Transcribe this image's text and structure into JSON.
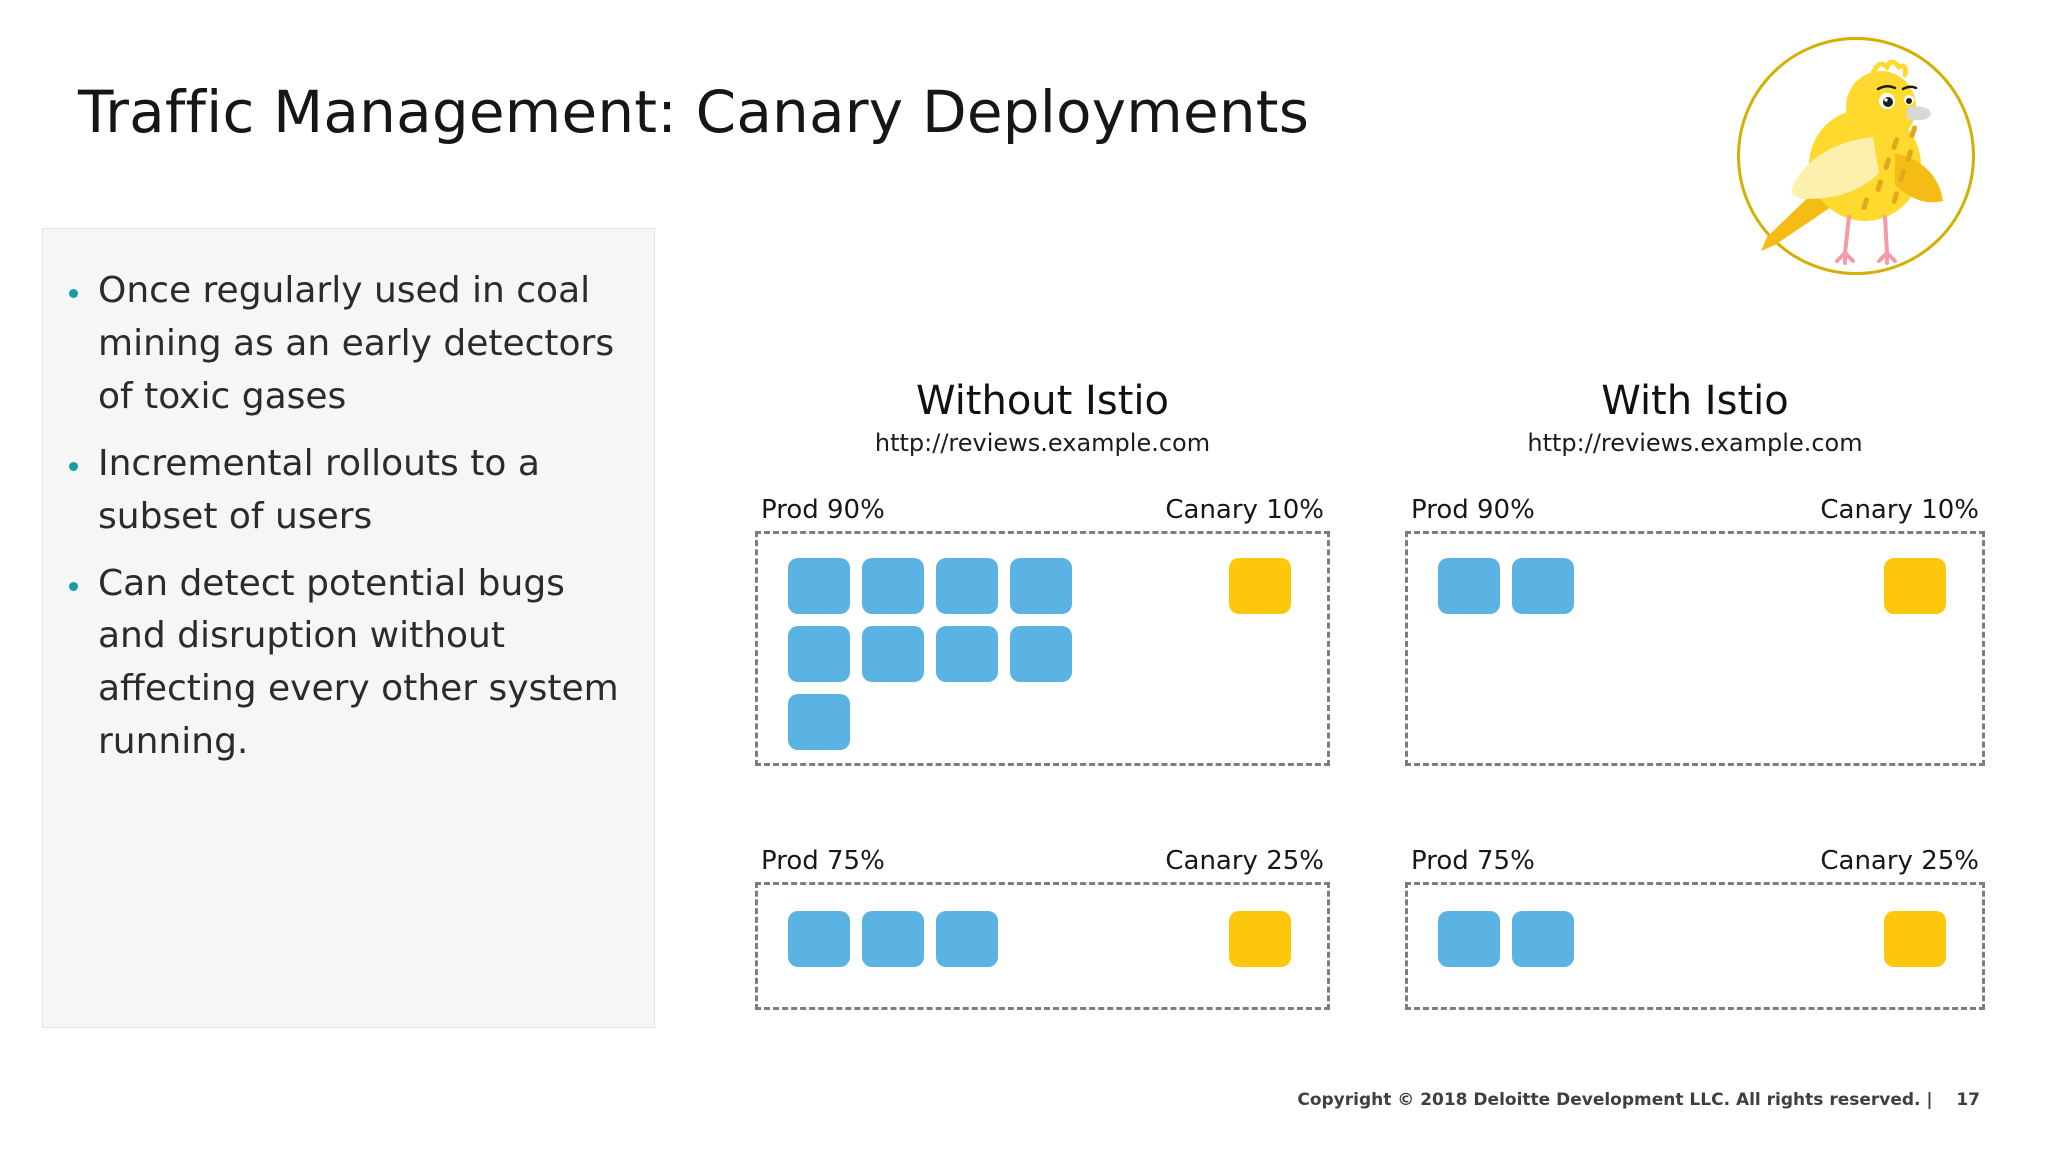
{
  "slide": {
    "title": "Traffic Management: Canary Deployments",
    "page_number": "17",
    "footer": "Copyright © 2018 Deloitte Development LLC. All rights reserved.   |",
    "accent_colors": {
      "bullet": "#189ca4",
      "prod_node": "#5bb3e4",
      "canary_node": "#fdc70c",
      "logo_ring": "#d4af00",
      "panel_border": "#7d7d7d",
      "text_panel_bg": "#f6f6f6"
    }
  },
  "logo": {
    "icon": "canary-bird-icon",
    "alt": "canary bird"
  },
  "bullets": [
    {
      "text": "Once regularly used in coal mining as an early detectors of toxic gases"
    },
    {
      "text": "Incremental rollouts  to a subset of users"
    },
    {
      "text": "Can detect potential bugs and disruption without affecting every other system running."
    }
  ],
  "columns": [
    {
      "title": "Without Istio",
      "subtitle": "http://reviews.example.com",
      "panels": [
        {
          "prod_label": "Prod 90%",
          "canary_label": "Canary 10%",
          "prod_count": 9,
          "canary_count": 1,
          "size": "tall"
        },
        {
          "prod_label": "Prod 75%",
          "canary_label": "Canary 25%",
          "prod_count": 3,
          "canary_count": 1,
          "size": "short"
        }
      ]
    },
    {
      "title": "With Istio",
      "subtitle": "http://reviews.example.com",
      "panels": [
        {
          "prod_label": "Prod 90%",
          "canary_label": "Canary 10%",
          "prod_count": 2,
          "canary_count": 1,
          "size": "tall"
        },
        {
          "prod_label": "Prod 75%",
          "canary_label": "Canary 25%",
          "prod_count": 2,
          "canary_count": 1,
          "size": "short"
        }
      ]
    }
  ]
}
